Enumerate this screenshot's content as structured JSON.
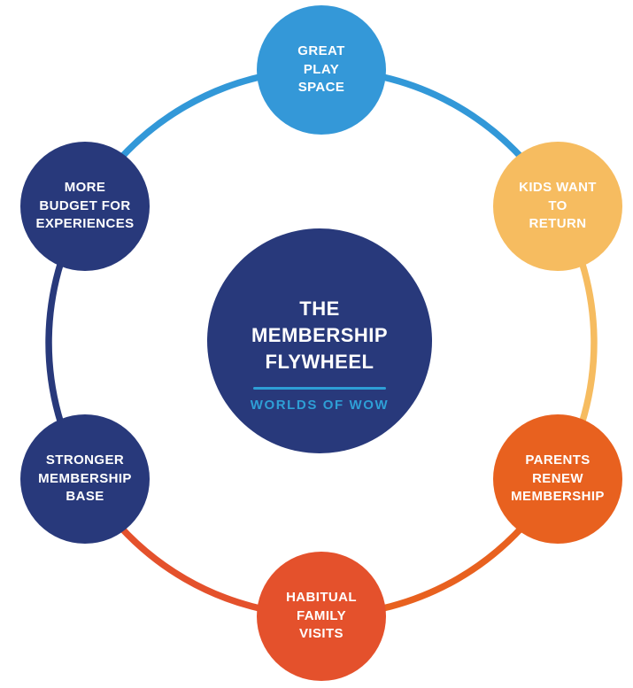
{
  "diagram": {
    "title": "The Membership Flywheel",
    "text_color": "#FFFFFF",
    "center": {
      "title_lines": "THE\nMEMBERSHIP\nFLYWHEEL",
      "subtitle": "WORLDS OF WOW",
      "bg_color": "#28397B",
      "subtitle_color": "#2E9FD6",
      "divider_color": "#2E9FD6"
    },
    "nodes": [
      {
        "id": "great-play-space",
        "label": "GREAT\nPLAY\nSPACE",
        "color": "#3498D8"
      },
      {
        "id": "kids-want-to-return",
        "label": "KIDS WANT\nTO\nRETURN",
        "color": "#F6BC60"
      },
      {
        "id": "parents-renew-membership",
        "label": "PARENTS\nRENEW\nMEMBERSHIP",
        "color": "#E8611F"
      },
      {
        "id": "habitual-family-visits",
        "label": "HABITUAL\nFAMILY\nVISITS",
        "color": "#E4512C"
      },
      {
        "id": "stronger-membership-base",
        "label": "STRONGER\nMEMBERSHIP\nBASE",
        "color": "#28397B"
      },
      {
        "id": "more-budget-for-experiences",
        "label": "MORE\nBUDGET FOR\nEXPERIENCES",
        "color": "#28397B"
      }
    ],
    "ring": {
      "segments": [
        {
          "from": "more-budget-for-experiences",
          "to": "great-play-space",
          "color": "#3298D8"
        },
        {
          "from": "great-play-space",
          "to": "kids-want-to-return",
          "color": "#3298D8"
        },
        {
          "from": "kids-want-to-return",
          "to": "parents-renew-membership",
          "color": "#F6BC60"
        },
        {
          "from": "parents-renew-membership",
          "to": "habitual-family-visits",
          "color": "#E8611F"
        },
        {
          "from": "habitual-family-visits",
          "to": "stronger-membership-base",
          "color": "#E4512C"
        },
        {
          "from": "stronger-membership-base",
          "to": "more-budget-for-experiences",
          "color": "#28397B"
        }
      ]
    }
  }
}
